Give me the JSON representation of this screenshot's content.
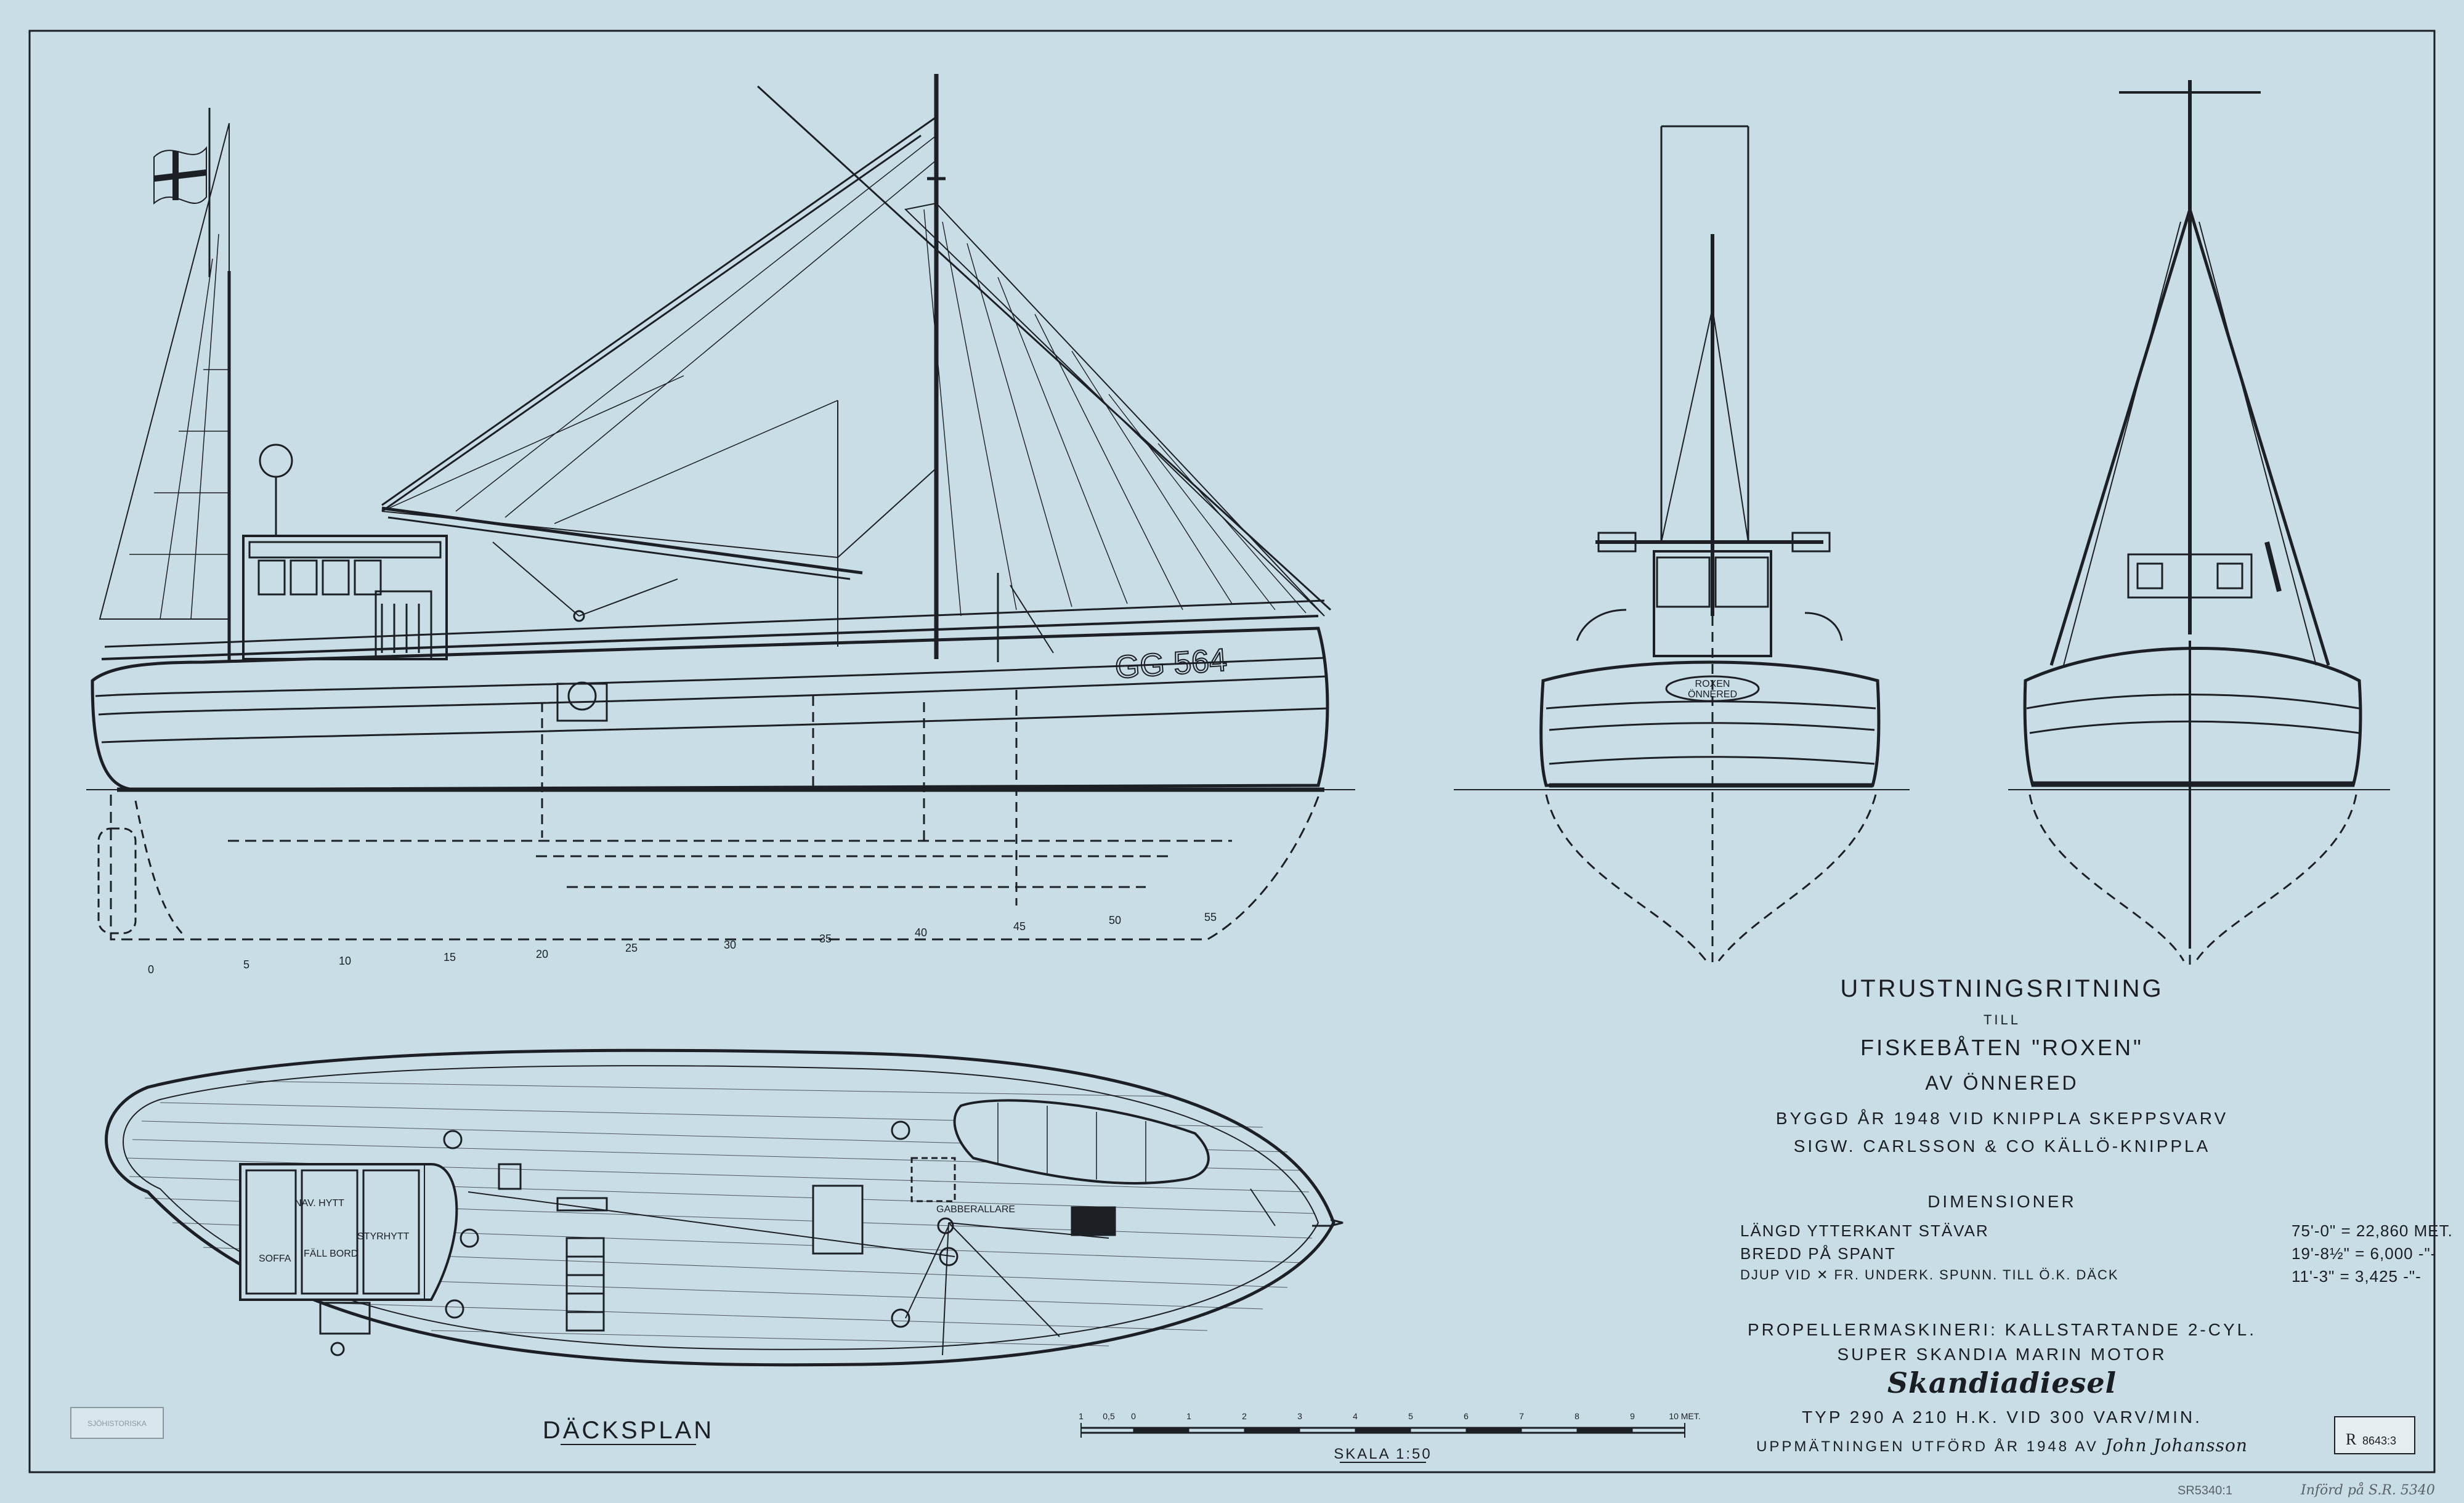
{
  "title": {
    "main": "UTRUSTNINGSRITNING",
    "till": "TILL",
    "boat": "FISKEBÅTEN \"ROXEN\"",
    "from": "AV ÖNNERED",
    "built": "BYGGD ÅR 1948 VID KNIPPLA SKEPPSVARV",
    "yard": "SIGW. CARLSSON & Co KÄLLÖ-KNIPPLA"
  },
  "dimensions": {
    "heading": "DIMENSIONER",
    "rows": [
      {
        "label": "LÄNGD YTTERKANT STÄVAR",
        "value": "75'-0\" = 22,860 MET."
      },
      {
        "label": "BREDD PÅ SPANT",
        "value": "19'-8½\" = 6,000 -\"-"
      },
      {
        "label": "DJUP VID ✕ FR. UNDERK. SPUNN. TILL Ö.K. DÄCK",
        "value": "11'-3\" = 3,425 -\"-"
      }
    ]
  },
  "engine": {
    "line1": "PROPELLERMASKINERI: KALLSTARTANDE 2-CYL.",
    "line2": "SUPER SKANDIA MARIN MOTOR",
    "brand": "Skandiadiesel",
    "type": "TYP 290 A 210 H.K. VID 300 VARV/MIN.",
    "survey": "UPPMÄTNINGEN UTFÖRD ÅR 1948 AV",
    "surveyor": "John Johansson"
  },
  "deck_plan_label": "DÄCKSPLAN",
  "scale": {
    "label": "SKALA 1:50",
    "ticks": [
      "1",
      "0,5",
      "0",
      "1",
      "2",
      "3",
      "4",
      "5",
      "6",
      "7",
      "8",
      "9",
      "10 MET."
    ]
  },
  "hull_registration": "GG 564",
  "stern_name": {
    "line1": "ROXEN",
    "line2": "ÖNNERED"
  },
  "deck_labels": {
    "nav": "NAV. HYTT",
    "styr": "STYRHYTT",
    "soffa": "SOFFA",
    "fallbord": "FÄLL BORD",
    "kabel": "GABBERALLARE"
  },
  "frame_numbers": [
    "0",
    "5",
    "10",
    "15",
    "20",
    "25",
    "30",
    "35",
    "40",
    "45",
    "50",
    "55"
  ],
  "archive_marks": {
    "stamp_left": "SJÖHISTORISKA",
    "stamp_right_ref": "8643:3",
    "stamp_right_letter": "R",
    "bottom_ref": "SR5340:1",
    "bottom_note": "Införd på S.R. 5340"
  },
  "colors": {
    "paper": "#c9dde7",
    "ink": "#1c1f24"
  }
}
